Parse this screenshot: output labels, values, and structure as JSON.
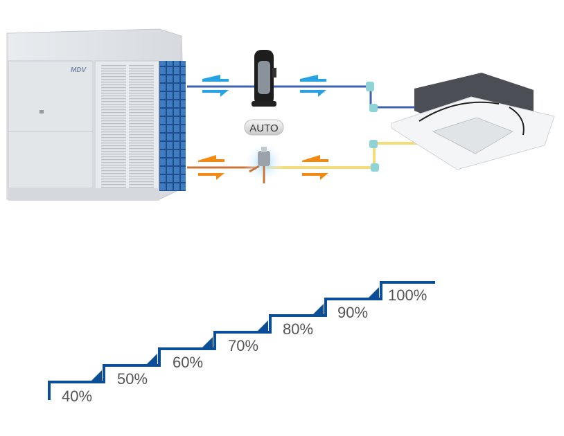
{
  "diagram": {
    "outdoor_unit": {
      "brand": "MDV"
    },
    "control_badge": "AUTO",
    "colors": {
      "gas_pipe": "#3f62b0",
      "liquid_pipe_hot": "#c8733a",
      "liquid_pipe": "#f3dc7a",
      "arrow_blue": "#27a3e3",
      "arrow_orange": "#f08a12",
      "stairs": "#0b4d96"
    },
    "capacity_steps": [
      "40%",
      "50%",
      "60%",
      "70%",
      "80%",
      "90%",
      "100%"
    ]
  }
}
